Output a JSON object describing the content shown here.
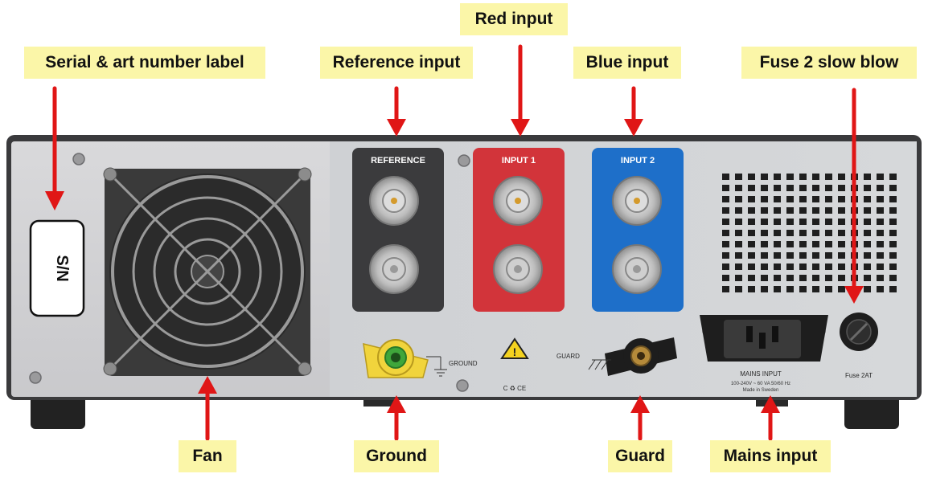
{
  "callouts": {
    "serial_label": "Serial & art number label",
    "reference_input": "Reference input",
    "red_input": "Red input",
    "blue_input": "Blue input",
    "fuse": "Fuse 2 slow blow",
    "fan": "Fan",
    "ground": "Ground",
    "guard": "Guard",
    "mains_input": "Mains input"
  },
  "panel": {
    "reference": "REFERENCE",
    "input1": "INPUT 1",
    "input2": "INPUT 2",
    "ground": "GROUND",
    "guard": "GUARD",
    "mains": "MAINS INPUT",
    "mains_spec": "100-240V ~ 60 VA 50/60 Hz",
    "made_in": "Made in Sweden",
    "fuse": "Fuse 2AT",
    "serial": "S/N",
    "marks": "C ♻ CE"
  },
  "colors": {
    "callout_bg": "#fbf6a8",
    "arrow": "#e01616",
    "reference_block": "#3b3b3d",
    "input1_block": "#d2343a",
    "input2_block": "#1e6fc9",
    "ground_post": "#f1d43c"
  }
}
